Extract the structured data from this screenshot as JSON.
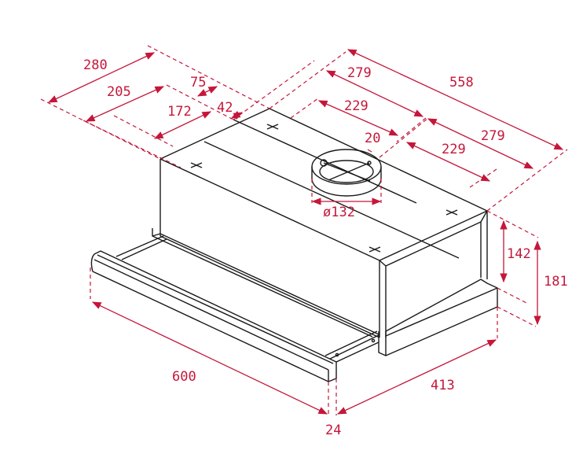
{
  "diagram": {
    "title": "Telescopic cooker hood dimensions (mm)",
    "accent_color": "#c4173a",
    "line_color": "#1a1a1a",
    "dimensions": {
      "d280": "280",
      "d205": "205",
      "d75": "75",
      "d172": "172",
      "d42": "42",
      "d279a": "279",
      "d558": "558",
      "d229a": "229",
      "d20": "20",
      "d279b": "279",
      "d229b": "229",
      "d132": "ø132",
      "d142": "142",
      "d181": "181",
      "d600": "600",
      "d413": "413",
      "d24": "24"
    }
  }
}
